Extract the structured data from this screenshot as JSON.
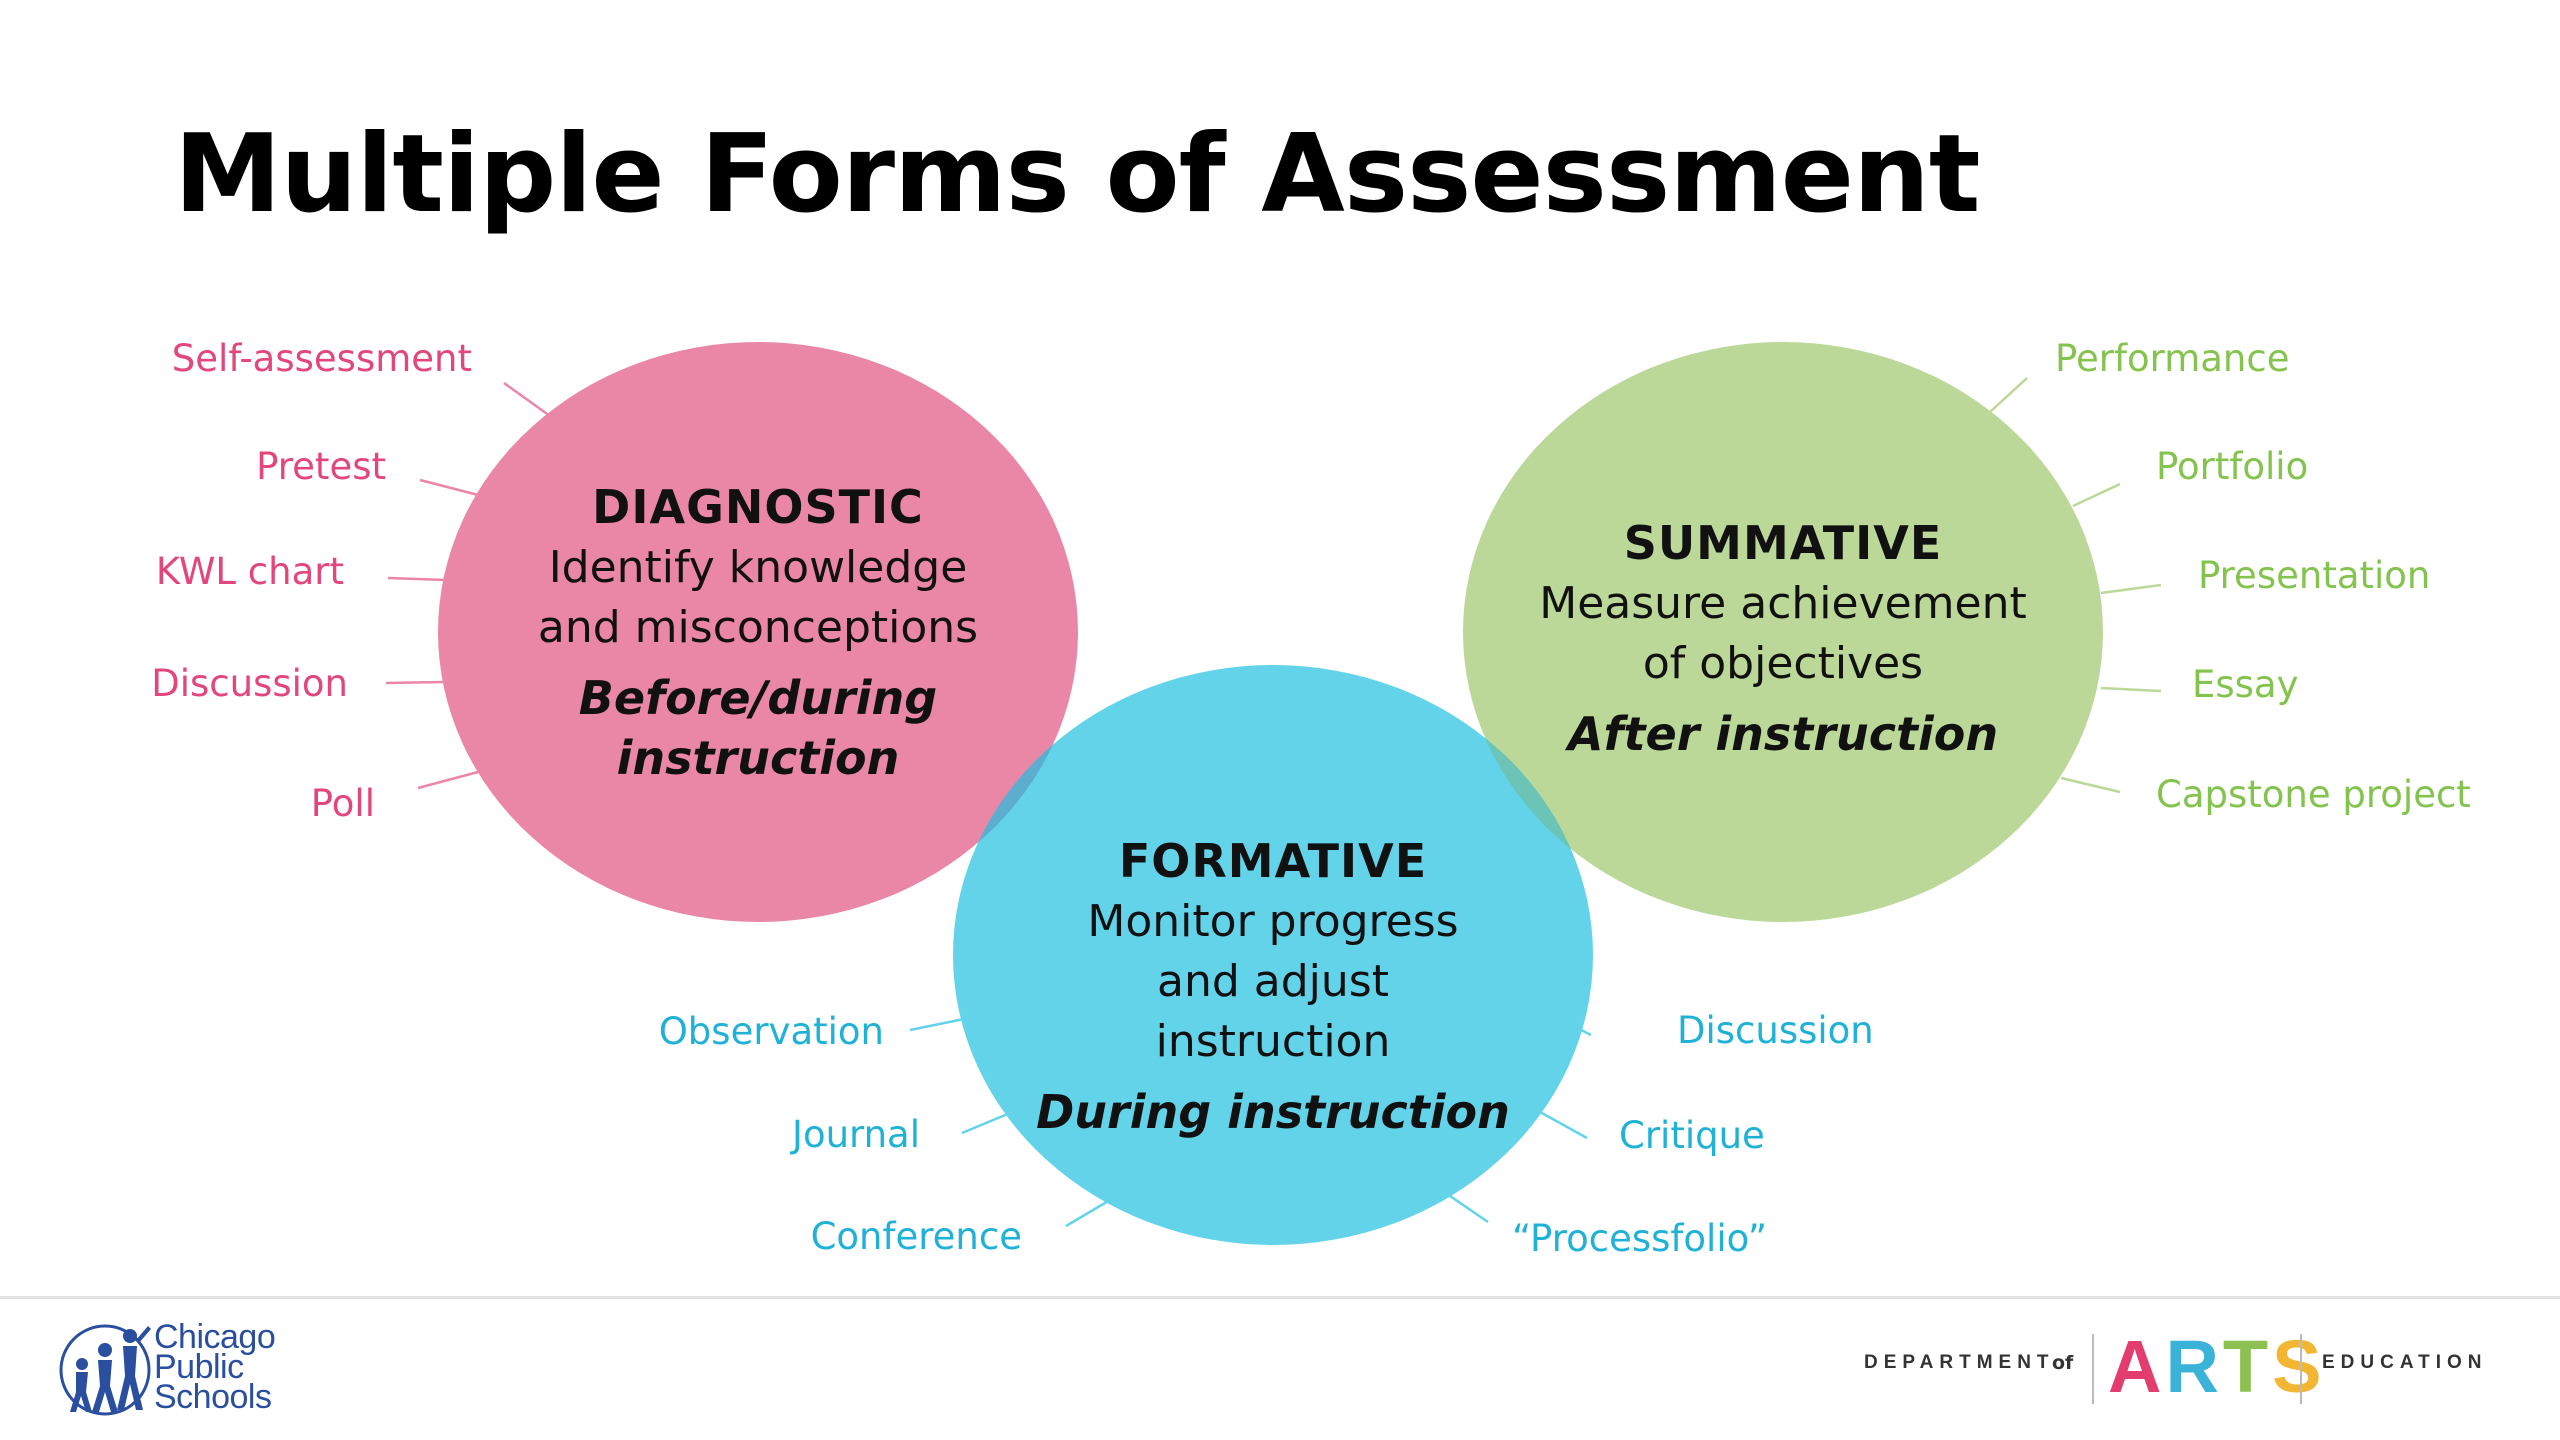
{
  "title": "Multiple Forms of Assessment",
  "colors": {
    "diagnostic": "#ea87a6",
    "formative": "#63d3ea",
    "summative": "#bbd898",
    "pink_text": "#e3477a",
    "blue_text": "#1fb1d6",
    "green_text": "#84c34e",
    "cps_blue": "#2a4f9e"
  },
  "diagnostic": {
    "heading": "DIAGNOSTIC",
    "desc_line1": "Identify knowledge",
    "desc_line2": "and misconceptions",
    "timing_line1": "Before/during",
    "timing_line2": "instruction",
    "examples": [
      "Self-assessment",
      "Pretest",
      "KWL chart",
      "Discussion",
      "Poll"
    ]
  },
  "formative": {
    "heading": "FORMATIVE",
    "desc_line1": "Monitor progress",
    "desc_line2": "and adjust",
    "desc_line3": "instruction",
    "timing": "During instruction",
    "examples_left": [
      "Observation",
      "Journal",
      "Conference"
    ],
    "examples_right": [
      "Discussion",
      "Critique",
      "“Processfolio”"
    ]
  },
  "summative": {
    "heading": "SUMMATIVE",
    "desc_line1": "Measure achievement",
    "desc_line2": "of objectives",
    "timing": "After instruction",
    "examples": [
      "Performance",
      "Portfolio",
      "Presentation",
      "Essay",
      "Capstone project"
    ]
  },
  "footer": {
    "cps_line1": "Chicago",
    "cps_line2": "Public",
    "cps_line3": "Schools",
    "dept_prefix": "DEPARTMENT",
    "dept_of": "of",
    "arts_letters": [
      "A",
      "R",
      "T",
      "S"
    ],
    "arts_colors": [
      "#e23d6e",
      "#3bb3d8",
      "#8cc152",
      "#f2b632"
    ],
    "dept_suffix": "EDUCATION",
    "logo_icon": "cps-figures-icon"
  }
}
